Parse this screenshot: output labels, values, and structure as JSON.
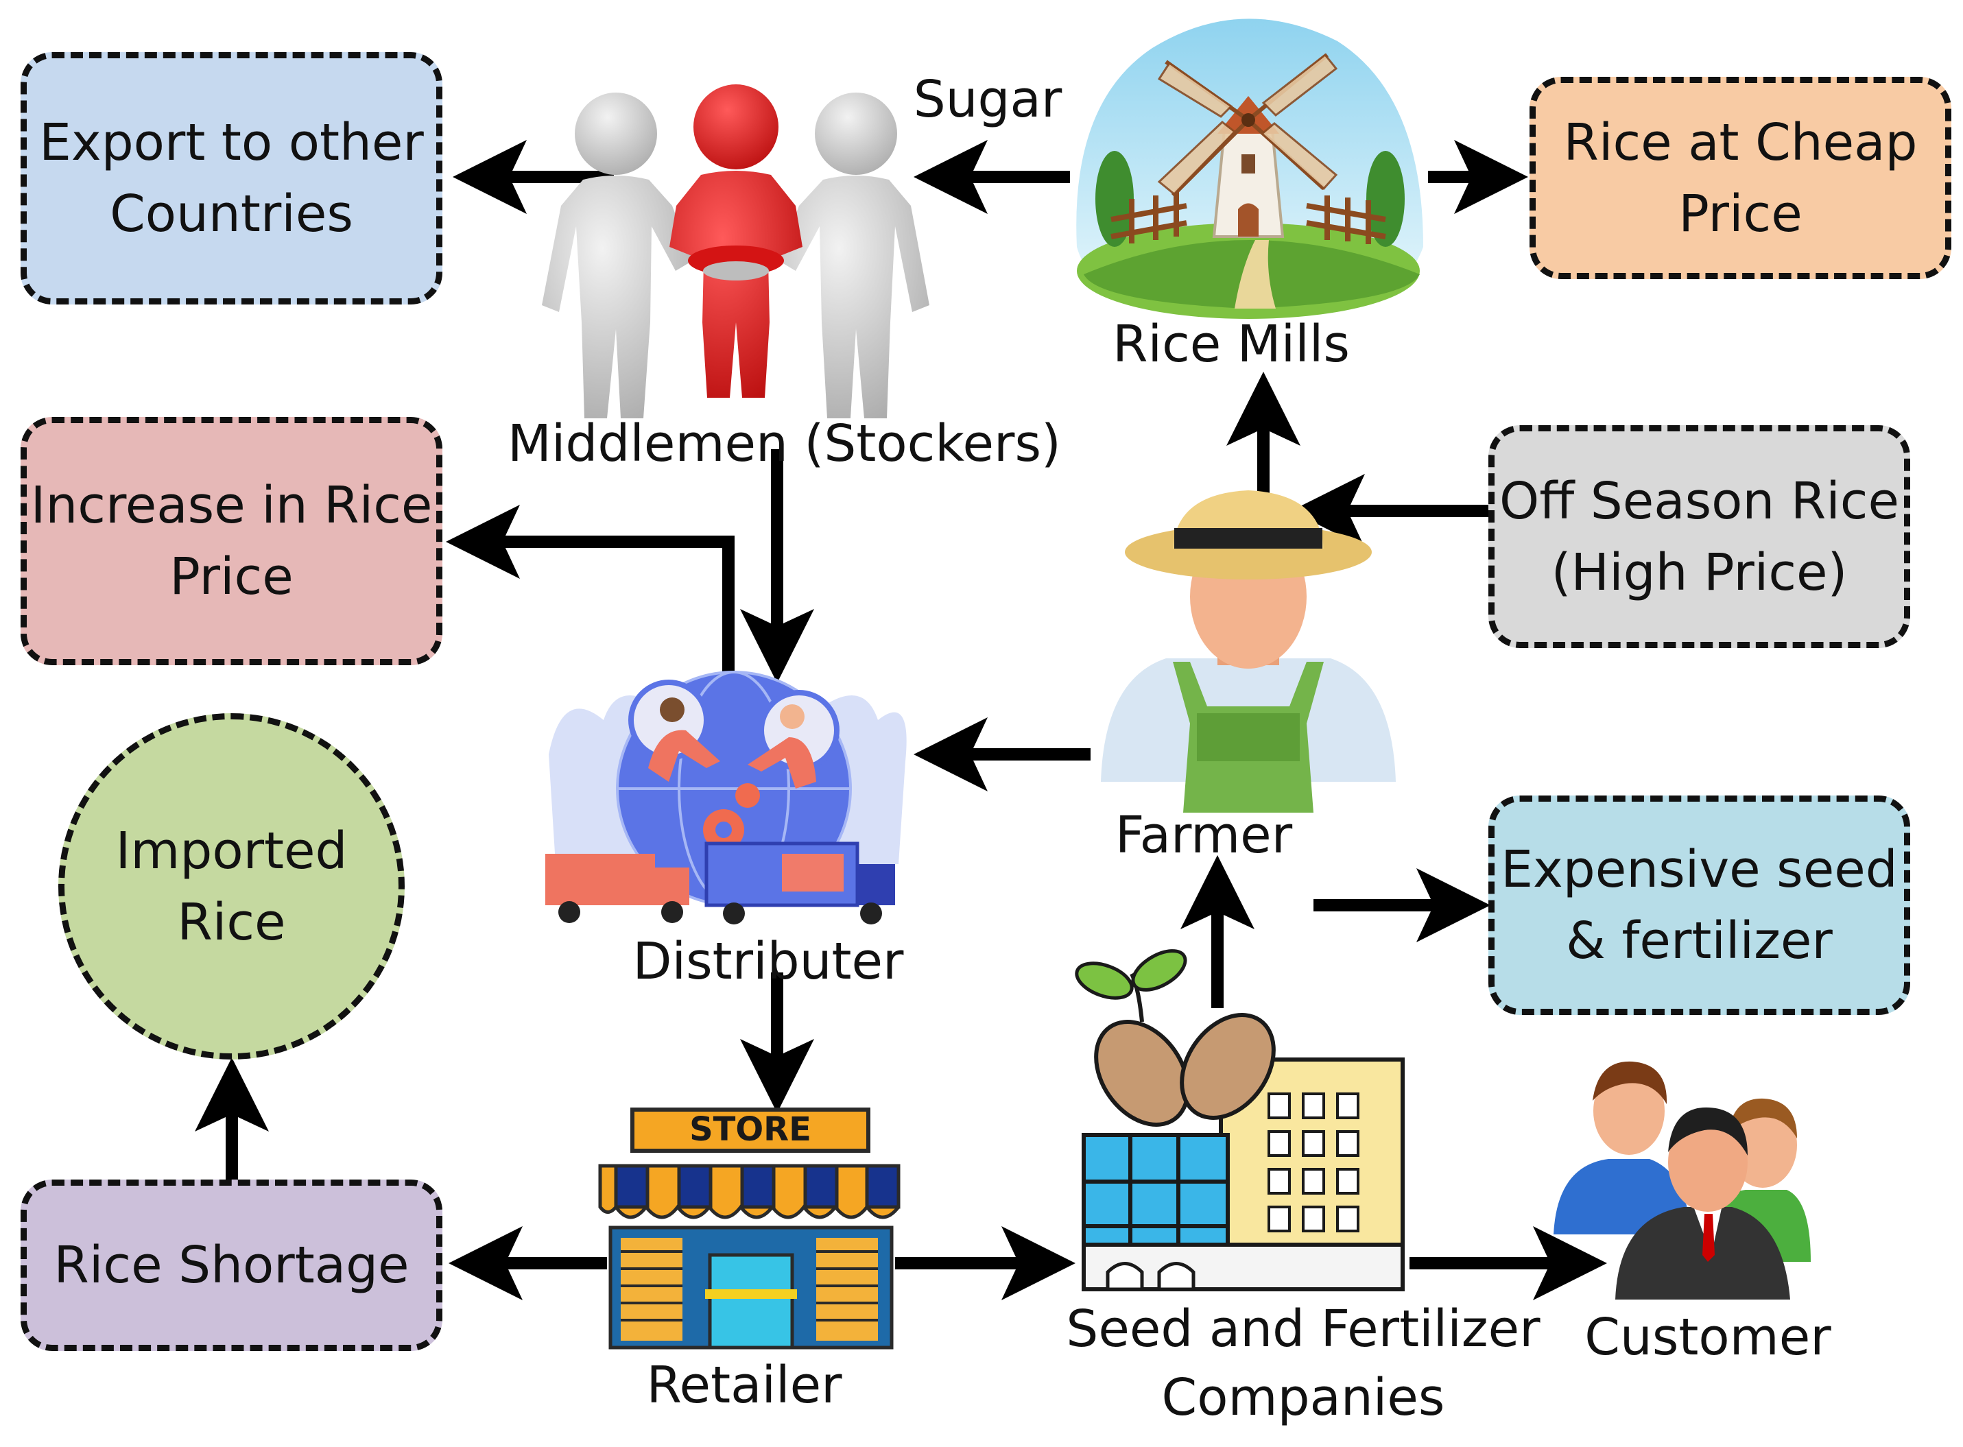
{
  "boxes": {
    "export": {
      "line1": "Export to other",
      "line2": "Countries",
      "color": "#c6d9ef"
    },
    "cheap": {
      "line1": "Rice at Cheap",
      "line2": "Price",
      "color": "#f8cba4"
    },
    "increase": {
      "line1": "Increase in Rice",
      "line2": "Price",
      "color": "#e6b8b7"
    },
    "offseason": {
      "line1": "Off Season Rice",
      "line2": "(High Price)",
      "color": "#d9d9d9"
    },
    "imported": {
      "line1": "Imported",
      "line2": "Rice",
      "color": "#c5d9a0"
    },
    "expensive": {
      "line1": "Expensive seed",
      "line2": "& fertilizer",
      "color": "#b7dde8"
    },
    "shortage": {
      "line1": "Rice Shortage",
      "color": "#ccc0da"
    }
  },
  "labels": {
    "sugar": "Sugar",
    "rice_mills": "Rice Mills",
    "middlemen": "Middlemen (Stockers)",
    "farmer": "Farmer",
    "distributer": "Distributer",
    "retailer": "Retailer",
    "seed_line1": "Seed and Fertilizer",
    "seed_line2": "Companies",
    "customer": "Customer",
    "store_sign": "STORE"
  }
}
